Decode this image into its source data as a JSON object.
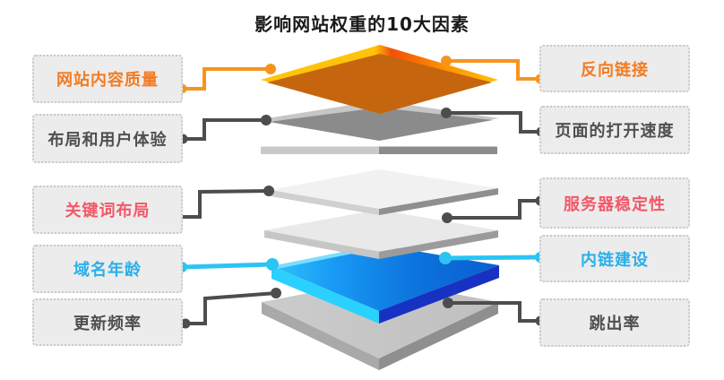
{
  "title": {
    "text": "影响网站权重的10大因素",
    "color": "#1a1a1a"
  },
  "palette": {
    "orange": "#f7941d",
    "dark": "#4d4d4d",
    "cyan": "#2bc4f3",
    "layer_orange_face": "#c5660f",
    "layer_orange_rim_yellow": "#ffc40a",
    "layer_orange_rim_red": "#f1500a",
    "layer_gray_face": "#8b8b8b",
    "layer_gray_rim": "#c6c6c6",
    "layer_white_face": "#f1f1f1",
    "layer_blue_face_left": "#2fc3fa",
    "layer_blue_face_right": "#0a5ecf",
    "layer_blue_edge_left": "#2bd1fe",
    "layer_blue_edge_right": "#1732c3",
    "plate_gray_face": "#c6c6c6"
  },
  "factors": {
    "left": [
      {
        "label": "网站内容质量",
        "text_color": "#f47b20",
        "line_color": "#f7941d"
      },
      {
        "label": "布局和用户体验",
        "text_color": "#4f4f4f",
        "line_color": "#4d4d4d"
      },
      {
        "label": "关键词布局",
        "text_color": "#f25868",
        "line_color": "#4d4d4d"
      },
      {
        "label": "域名年龄",
        "text_color": "#29b0e9",
        "line_color": "#2bc4f3"
      },
      {
        "label": "更新频率",
        "text_color": "#4f4f4f",
        "line_color": "#4d4d4d"
      }
    ],
    "right": [
      {
        "label": "反向链接",
        "text_color": "#f47b20",
        "line_color": "#f7941d"
      },
      {
        "label": "页面的打开速度",
        "text_color": "#4f4f4f",
        "line_color": "#4d4d4d"
      },
      {
        "label": "服务器稳定性",
        "text_color": "#f25868",
        "line_color": "#4d4d4d"
      },
      {
        "label": "内链建设",
        "text_color": "#29b0e9",
        "line_color": "#2bc4f3"
      },
      {
        "label": "跳出率",
        "text_color": "#4f4f4f",
        "line_color": "#4d4d4d"
      }
    ]
  }
}
